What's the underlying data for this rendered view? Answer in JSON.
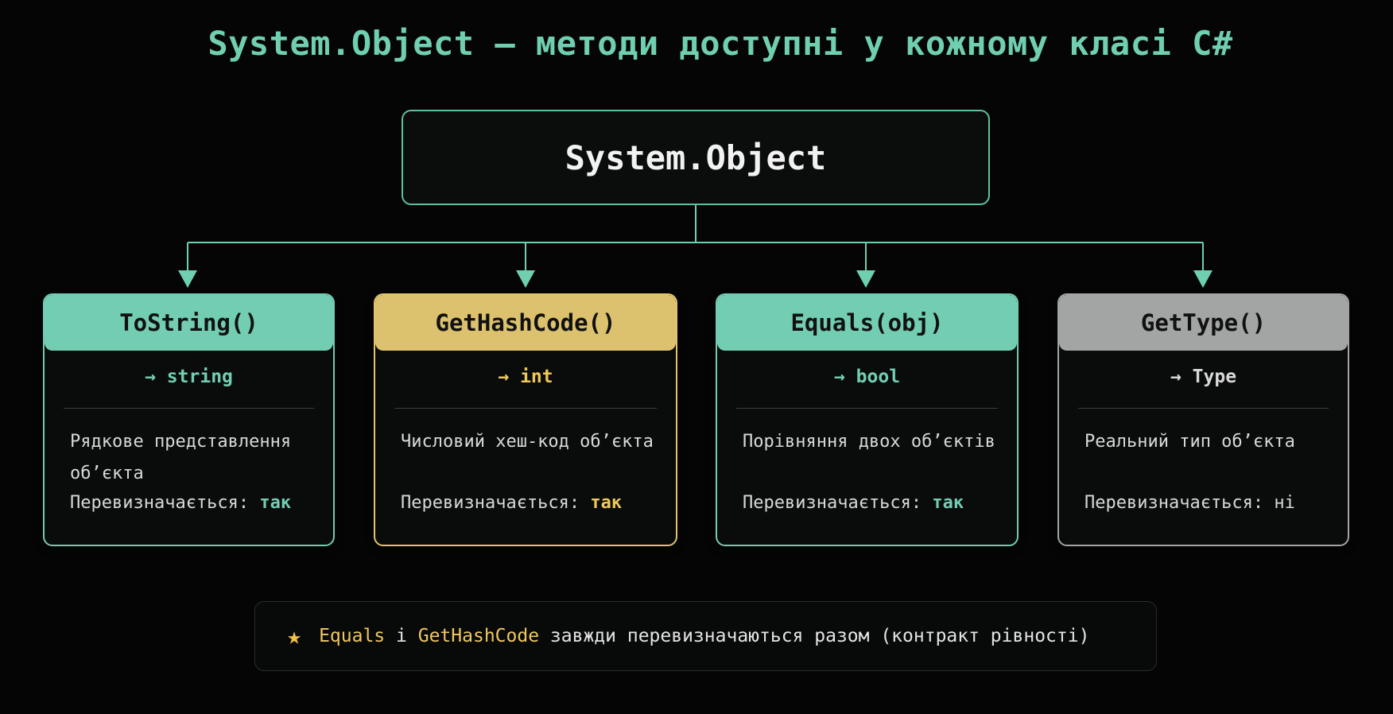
{
  "title": "System.Object — методи доступні у кожному класі C#",
  "root": {
    "label": "System.Object"
  },
  "cards": [
    {
      "name": "ToString()",
      "returns": "→ string",
      "description": "Рядкове представлення об’єкта",
      "override_label": "Перевизначається:",
      "override_value": "так",
      "head_color": "#73cdb2",
      "border_color": "#73cdb2",
      "accent_color": "#73cdb2"
    },
    {
      "name": "GetHashCode()",
      "returns": "→ int",
      "description": "Числовий хеш-код об’єкта",
      "override_label": "Перевизначається:",
      "override_value": "так",
      "head_color": "#dcc26e",
      "border_color": "#e3c56d",
      "accent_color": "#efc85a"
    },
    {
      "name": "Equals(obj)",
      "returns": "→ bool",
      "description": "Порівняння двох об’єктів",
      "override_label": "Перевизначається:",
      "override_value": "так",
      "head_color": "#73cdb2",
      "border_color": "#73cdb2",
      "accent_color": "#73cdb2"
    },
    {
      "name": "GetType()",
      "returns": "→ Type",
      "description": "Реальний тип об’єкта",
      "override_label": "Перевизначається:",
      "override_value": "ні",
      "head_color": "#a2a5a4",
      "border_color": "#a2a5a4",
      "accent_color": "#d8d8d8"
    }
  ],
  "note": {
    "icon": "star-icon",
    "term1": "Equals",
    "conj": "і",
    "term2": "GetHashCode",
    "rest": "завжди перевизначаються разом (контракт рівності)"
  },
  "colors": {
    "accent": "#6fcfb0",
    "gold": "#f0c860",
    "background": "#050505"
  }
}
